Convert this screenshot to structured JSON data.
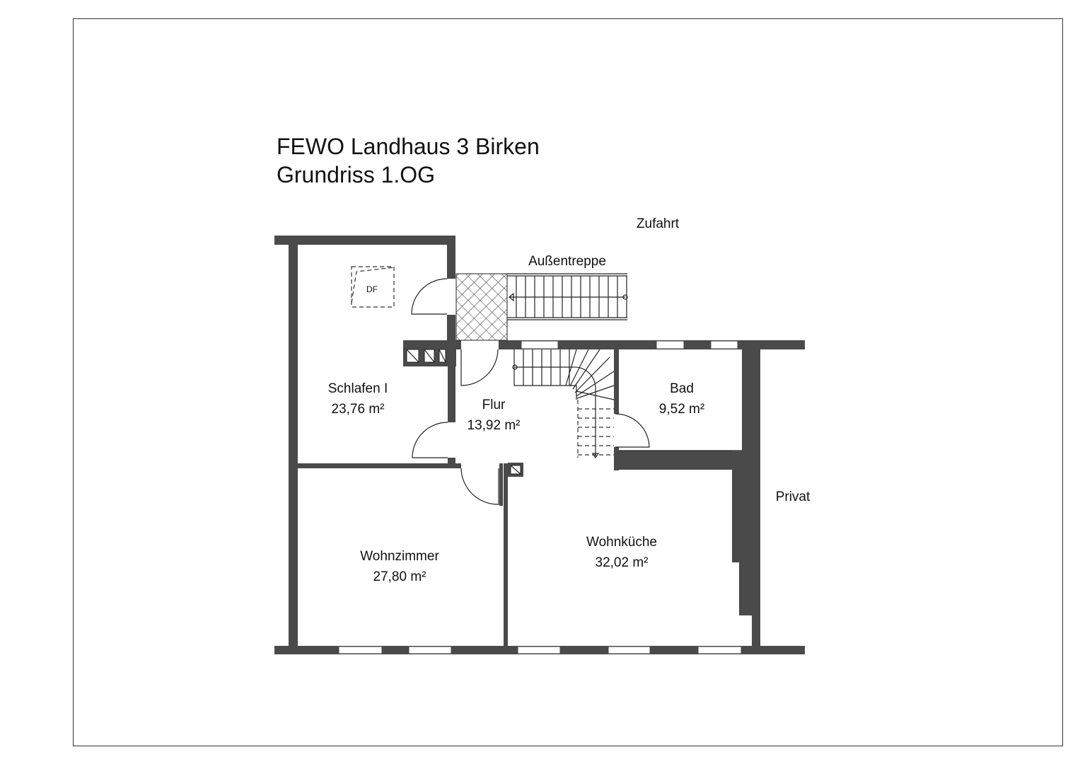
{
  "title": {
    "line1": "FEWO Landhaus 3 Birken",
    "line2": "Grundriss 1.OG"
  },
  "labels": {
    "zufahrt": "Zufahrt",
    "aussentreppe": "Außentreppe",
    "privat": "Privat",
    "df": "DF"
  },
  "rooms": [
    {
      "name": "Schlafen  I",
      "area": "23,76 m²"
    },
    {
      "name": "Flur",
      "area": "13,92 m²"
    },
    {
      "name": "Bad",
      "area": "9,52 m²"
    },
    {
      "name": "Wohnzimmer",
      "area": "27,80 m²"
    },
    {
      "name": "Wohnküche",
      "area": "32,02 m²"
    }
  ],
  "colors": {
    "wall": "#4a4a4a",
    "line": "#222222"
  }
}
